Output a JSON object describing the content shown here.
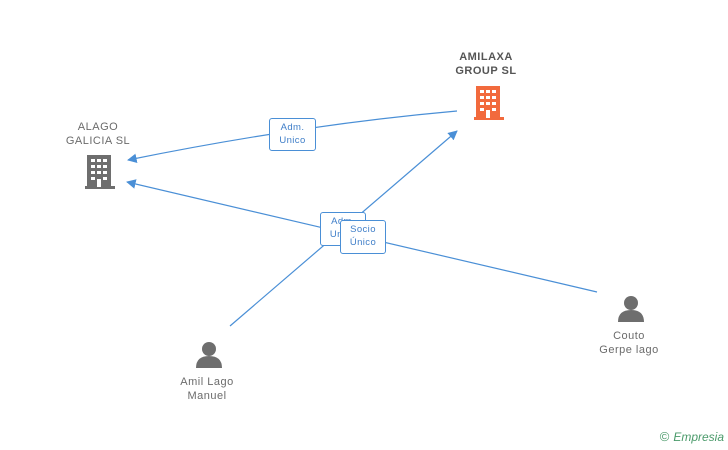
{
  "colors": {
    "edge": "#4a8fd6",
    "company": "#6e6e6e",
    "company_main": "#f26a3d",
    "person": "#6e6e6e"
  },
  "nodes": {
    "amilaxa": {
      "line1": "AMILAXA",
      "line2": "GROUP SL",
      "icon": "building-icon"
    },
    "alago": {
      "line1": "ALAGO",
      "line2": "GALICIA SL",
      "icon": "building-icon"
    },
    "amil": {
      "line1": "Amil Lago",
      "line2": "Manuel",
      "icon": "person-icon"
    },
    "couto": {
      "line1": "Couto",
      "line2": "Gerpe lago",
      "icon": "person-icon"
    }
  },
  "edges": {
    "adm_unico_top": {
      "line1": "Adm.",
      "line2": "Unico"
    },
    "adm_unico_mid": {
      "line1": "Adm.",
      "line2": "Unico"
    },
    "socio_unico": {
      "line1": "Socio",
      "line2": "Único"
    }
  },
  "brand": {
    "copyright": "©",
    "name": "Empresia"
  }
}
